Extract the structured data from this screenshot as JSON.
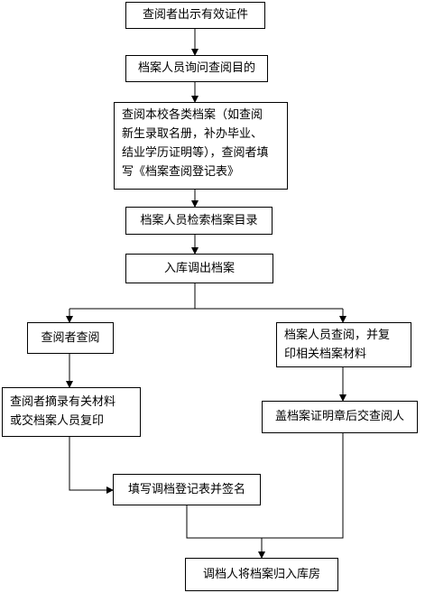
{
  "flowchart": {
    "steps": {
      "viewer_show_id": "查阅者出示有效证件",
      "staff_ask_purpose": "档案人员询问查阅目的",
      "lookup_files": "查阅本校各类档案（如查阅\n新生录取名册，补办毕业、\n结业学历证明等），查阅者填\n写《档案查阅登记表》",
      "staff_search_catalog": "档案人员检索档案目录",
      "retrieve_files": "入库调出档案",
      "viewer_reads": "查阅者查阅",
      "staff_reads_copies": "档案人员查阅，并复\n印相关档案材料",
      "viewer_extracts": "查阅者摘录有关材料\n或交档案人员复印",
      "stamp_and_hand_over": "盖档案证明章后交查阅人",
      "fill_form_sign": "填写调档登记表并签名",
      "return_files": "调档人将档案归入库房"
    }
  }
}
